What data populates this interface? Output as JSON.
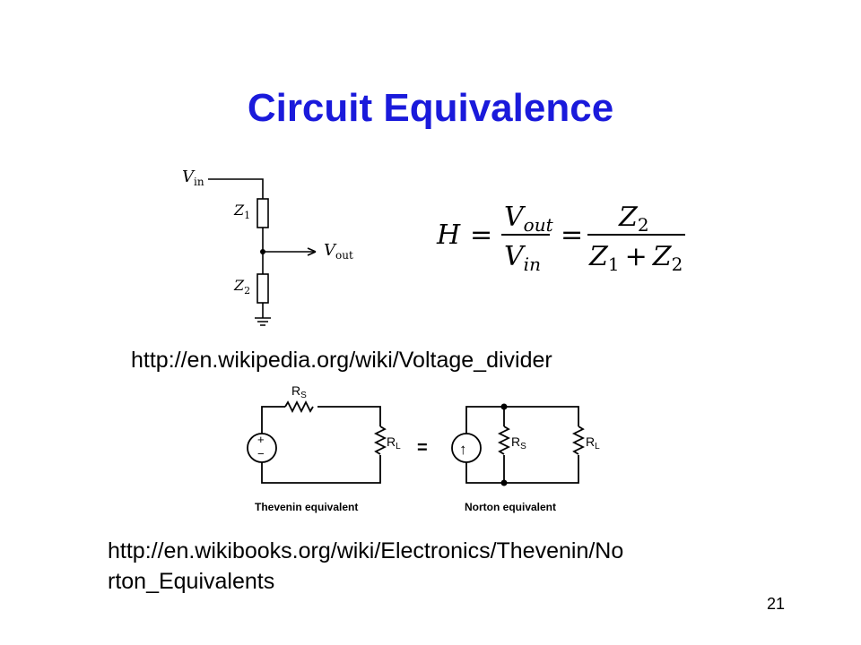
{
  "slide": {
    "title": "Circuit Equivalence",
    "page_number": "21"
  },
  "voltage_divider": {
    "vin_main": "V",
    "vin_sub": "in",
    "z1_main": "Z",
    "z1_sub": "1",
    "z2_main": "Z",
    "z2_sub": "2",
    "vout_main": "V",
    "vout_sub": "out"
  },
  "formula": {
    "h": "H",
    "eq": "=",
    "num1_main": "V",
    "num1_sub": "out",
    "den1_main": "V",
    "den1_sub": "in",
    "num2_main": "Z",
    "num2_sub": "2",
    "den2_a_main": "Z",
    "den2_a_sub": "1",
    "plus": "+",
    "den2_b_main": "Z",
    "den2_b_sub": "2"
  },
  "links": {
    "voltage_divider_url": "http://en.wikipedia.org/wiki/Voltage_divider",
    "thevenin_url": "http://en.wikibooks.org/wiki/Electronics/Thevenin/No rton_Equivalents"
  },
  "thevenin_norton": {
    "rs_main": "R",
    "rs_sub": "S",
    "rl_main": "R",
    "rl_sub": "L",
    "plus_sign": "+",
    "minus_sign": "−",
    "equals_sign": "=",
    "arrow": "↑",
    "thevenin_caption": "Thevenin equivalent",
    "norton_caption": "Norton equivalent"
  }
}
